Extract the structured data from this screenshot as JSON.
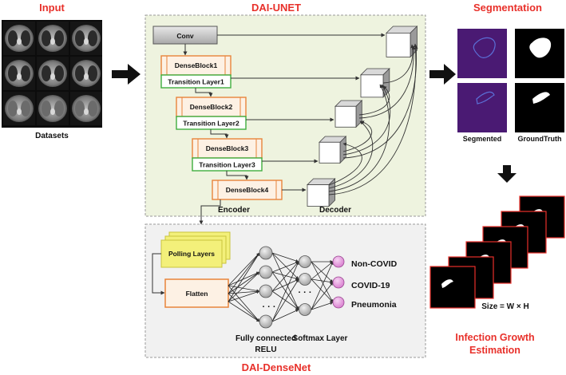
{
  "titles": {
    "input": "Input",
    "dai_unet": "DAI-UNET",
    "segmentation": "Segmentation",
    "dai_densenet": "DAI-DenseNet",
    "infection": [
      "Infection Growth",
      "Estimation"
    ]
  },
  "input": {
    "caption": "Datasets"
  },
  "unet": {
    "conv": "Conv",
    "dense_blocks": [
      "DenseBlock1",
      "DenseBlock2",
      "DenseBlock3",
      "DenseBlock4"
    ],
    "transition_layers": [
      "Transition Layer1",
      "Transition Layer2",
      "Transition Layer3"
    ],
    "encoder": "Encoder",
    "decoder": "Decoder"
  },
  "segmentation": {
    "segmented": "Segmented",
    "ground_truth": "GroundTruth"
  },
  "densenet": {
    "pooling": "Polling Layers",
    "flatten": "Flatten",
    "fully_connected": [
      "Fully connected",
      "RELU"
    ],
    "softmax": "Softmax Layer",
    "outputs": [
      "Non-COVID",
      "COVID-19",
      "Pneumonia"
    ],
    "ellipsis": "· · ·"
  },
  "estimation": {
    "formula": "Size = W × H"
  },
  "colors": {
    "title_red": "#e8302a",
    "panel_green": "#eef3df",
    "dense_orange": "#e8843a",
    "transition_green": "#3fae3f",
    "pooling_yellow": "#f3f07a",
    "output_pink": "#e99be0",
    "seg_purple": "#4a1a73"
  }
}
